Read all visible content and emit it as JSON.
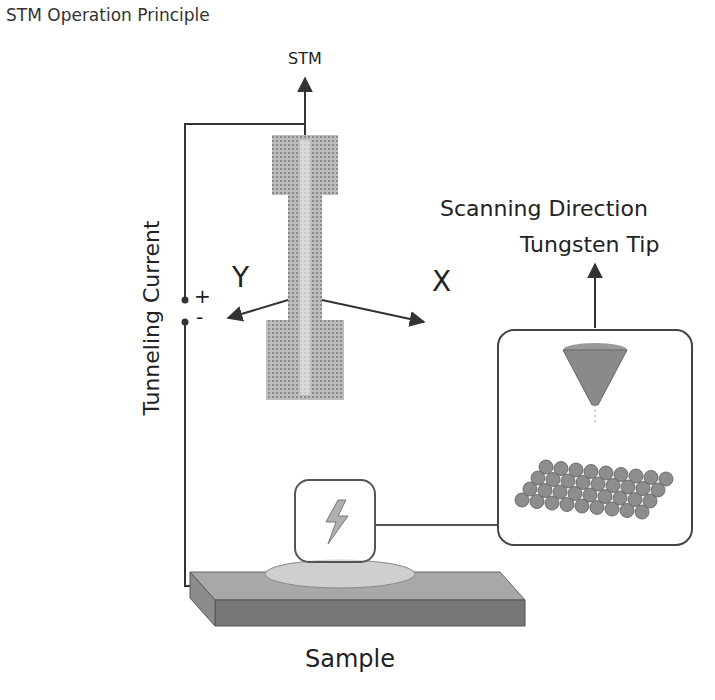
{
  "diagram": {
    "title": "STM Operation Principle",
    "labels": [
      "STM",
      "Tunneling Current",
      "+",
      "-",
      "Y",
      "X",
      "Scanning Direction",
      "Tungsten Tip",
      "Sample"
    ]
  }
}
